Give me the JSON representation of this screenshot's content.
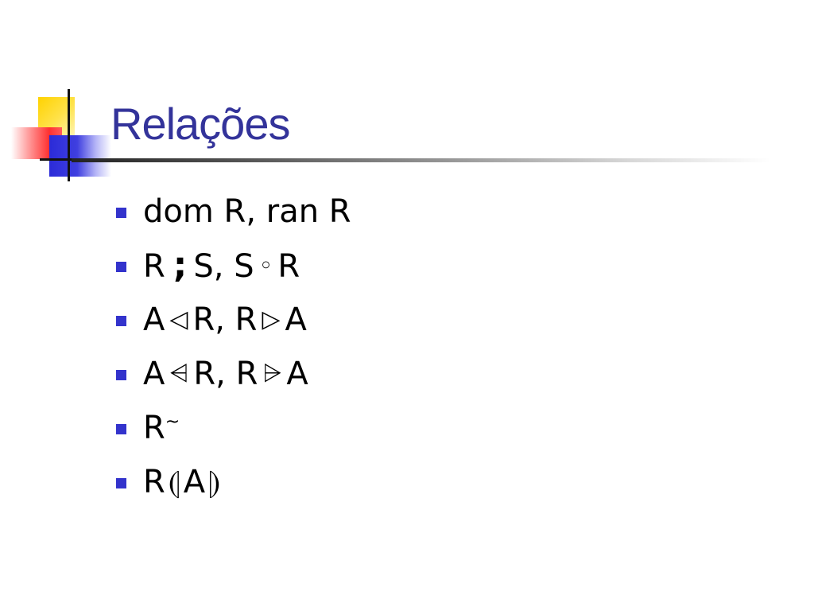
{
  "slide": {
    "title": "Relações",
    "bullets": [
      {
        "parts": [
          "dom R, ran R"
        ]
      },
      {
        "parts": [
          "R",
          ";",
          "S, S",
          "◦",
          "R"
        ]
      },
      {
        "parts": [
          "A",
          "◁",
          "R, R",
          "▷",
          "A"
        ]
      },
      {
        "parts": [
          "A",
          "⩤",
          "R, R",
          "⩥",
          "A"
        ]
      },
      {
        "parts": [
          "R",
          "~"
        ]
      },
      {
        "parts": [
          "R",
          "⦇",
          "A",
          "⦈"
        ]
      }
    ]
  },
  "colors": {
    "title": "#33339a",
    "bullet_marker": "#3333cc",
    "logo_yellow": "#ffd200",
    "logo_red": "#ff3030",
    "logo_blue": "#2b2bd8"
  },
  "icons": {
    "logo": "corner-squares-logo",
    "bullet": "square-bullet"
  }
}
